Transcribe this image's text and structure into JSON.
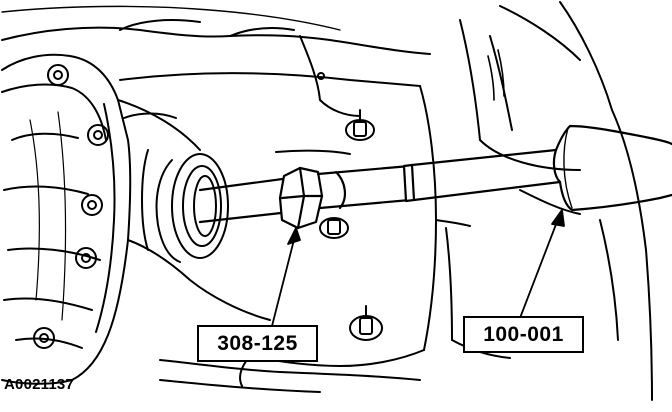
{
  "diagram": {
    "figure_id": "A0021137",
    "callouts": [
      {
        "label": "308-125",
        "refers_to": "adapter nut"
      },
      {
        "label": "100-001",
        "refers_to": "slide hammer handle"
      }
    ],
    "colors": {
      "line": "#000000",
      "background": "#ffffff"
    }
  }
}
